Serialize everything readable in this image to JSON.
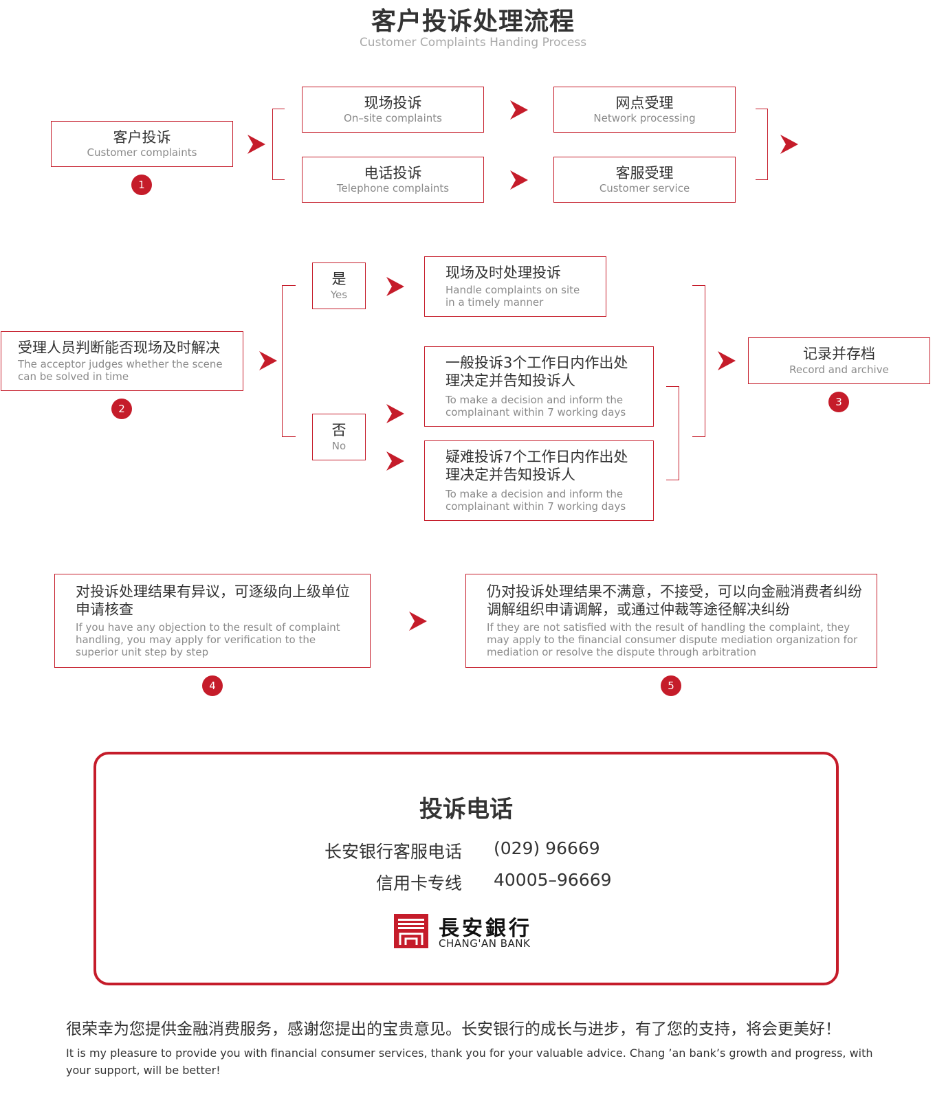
{
  "header": {
    "title": "客户投诉处理流程",
    "subtitle": "Customer Complaints Handing Process"
  },
  "flow": {
    "step1": {
      "zh": "客户投诉",
      "en": "Customer complaints",
      "badge": "1"
    },
    "onsite": {
      "zh": "现场投诉",
      "en": "On–site complaints"
    },
    "phone": {
      "zh": "电话投诉",
      "en": "Telephone complaints"
    },
    "network": {
      "zh": "网点受理",
      "en": "Network processing"
    },
    "service": {
      "zh": "客服受理",
      "en": "Customer service"
    },
    "step2": {
      "zh": "受理人员判断能否现场及时解决",
      "en": "The acceptor judges whether the scene can be solved in time",
      "badge": "2"
    },
    "yes": {
      "zh": "是",
      "en": "Yes"
    },
    "no": {
      "zh": "否",
      "en": "No"
    },
    "timely": {
      "zh": "现场及时处理投诉",
      "en": "Handle complaints on site in a timely manner"
    },
    "general": {
      "zh": "一般投诉3个工作日内作出处理决定并告知投诉人",
      "en": "To make a decision and inform the complainant within 7 working days"
    },
    "difficult": {
      "zh": "疑难投诉7个工作日内作出处理决定并告知投诉人",
      "en": "To make a decision and inform the complainant within 7 working days"
    },
    "step3": {
      "zh": "记录并存档",
      "en": "Record and archive",
      "badge": "3"
    },
    "step4": {
      "zh": "对投诉处理结果有异议，可逐级向上级单位申请核查",
      "en": "If you have any objection to the result of complaint handling, you may apply for verification to the superior unit step by step",
      "badge": "4"
    },
    "step5": {
      "zh": "仍对投诉处理结果不满意，不接受，可以向金融消费者纠纷调解组织申请调解，或通过仲裁等途径解决纠纷",
      "en": "If they are not satisfied with the result of handling the complaint, they may apply to the financial consumer dispute mediation organization for mediation or resolve the dispute through arbitration",
      "badge": "5"
    }
  },
  "hotline": {
    "title": "投诉电话",
    "rows": [
      {
        "label": "长安银行客服电话",
        "value": "(029) 96669"
      },
      {
        "label": "信用卡专线",
        "value": "40005–96669"
      }
    ],
    "logo_zh": "長安銀行",
    "logo_en": "CHANG'AN BANK"
  },
  "footer": {
    "zh": "很荣幸为您提供金融消费服务，感谢您提出的宝贵意见。长安银行的成长与进步，有了您的支持，将会更美好！",
    "en": "It is my pleasure to provide you with financial consumer services, thank you for your valuable advice. Chang ’an bank’s growth and progress, with your support, will be better!"
  },
  "colors": {
    "accent": "#c51c2a",
    "text": "#333333",
    "muted": "#8a8a8a"
  },
  "icons": {
    "arrow": "arrow-right-icon",
    "logo": "bank-logo-icon"
  }
}
